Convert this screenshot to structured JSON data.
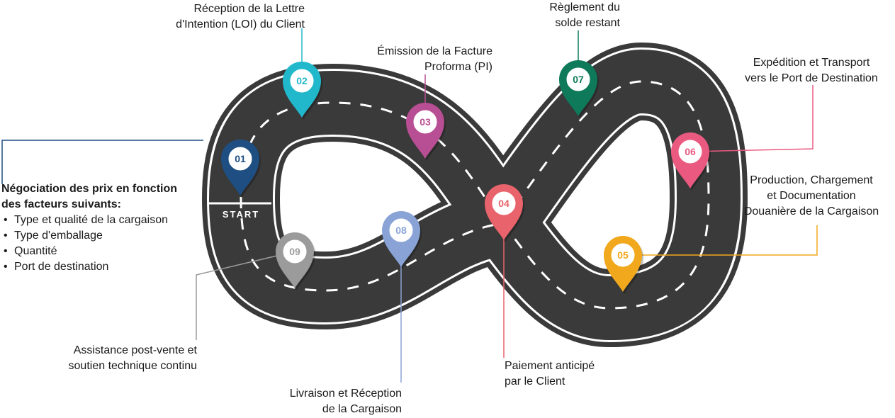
{
  "start_label": "START",
  "steps": [
    {
      "num": "01",
      "color": "#1f4f82",
      "lines": []
    },
    {
      "num": "02",
      "color": "#22b8cc",
      "lines": [
        "Réception de la Lettre",
        "d'Intention (LOI) du Client"
      ]
    },
    {
      "num": "03",
      "color": "#b84e93",
      "lines": [
        "Émission de la Facture",
        "Proforma (PI)"
      ]
    },
    {
      "num": "04",
      "color": "#e8636b",
      "lines": [
        "Paiement anticipé",
        "par le Client"
      ]
    },
    {
      "num": "05",
      "color": "#f2a81d",
      "lines": [
        "Production, Chargement",
        "et Documentation",
        "Douanière de la Cargaison"
      ]
    },
    {
      "num": "06",
      "color": "#ea5a80",
      "lines": [
        "Expédition et Transport",
        "vers le Port de Destination"
      ]
    },
    {
      "num": "07",
      "color": "#0e7a5a",
      "lines": [
        "Règlement du",
        "solde restant"
      ]
    },
    {
      "num": "08",
      "color": "#8aa3d6",
      "lines": [
        "Livraison et Réception",
        "de la Cargaison"
      ]
    },
    {
      "num": "09",
      "color": "#9b9b9b",
      "lines": [
        "Assistance post-vente et",
        "soutien technique continu"
      ]
    }
  ],
  "negotiation": {
    "title_lines": [
      "Négociation des prix en fonction",
      "des facteurs suivants:"
    ],
    "items": [
      "Type et qualité de la cargaison",
      "Type d'emballage",
      "Quantité",
      "Port de destination"
    ]
  }
}
